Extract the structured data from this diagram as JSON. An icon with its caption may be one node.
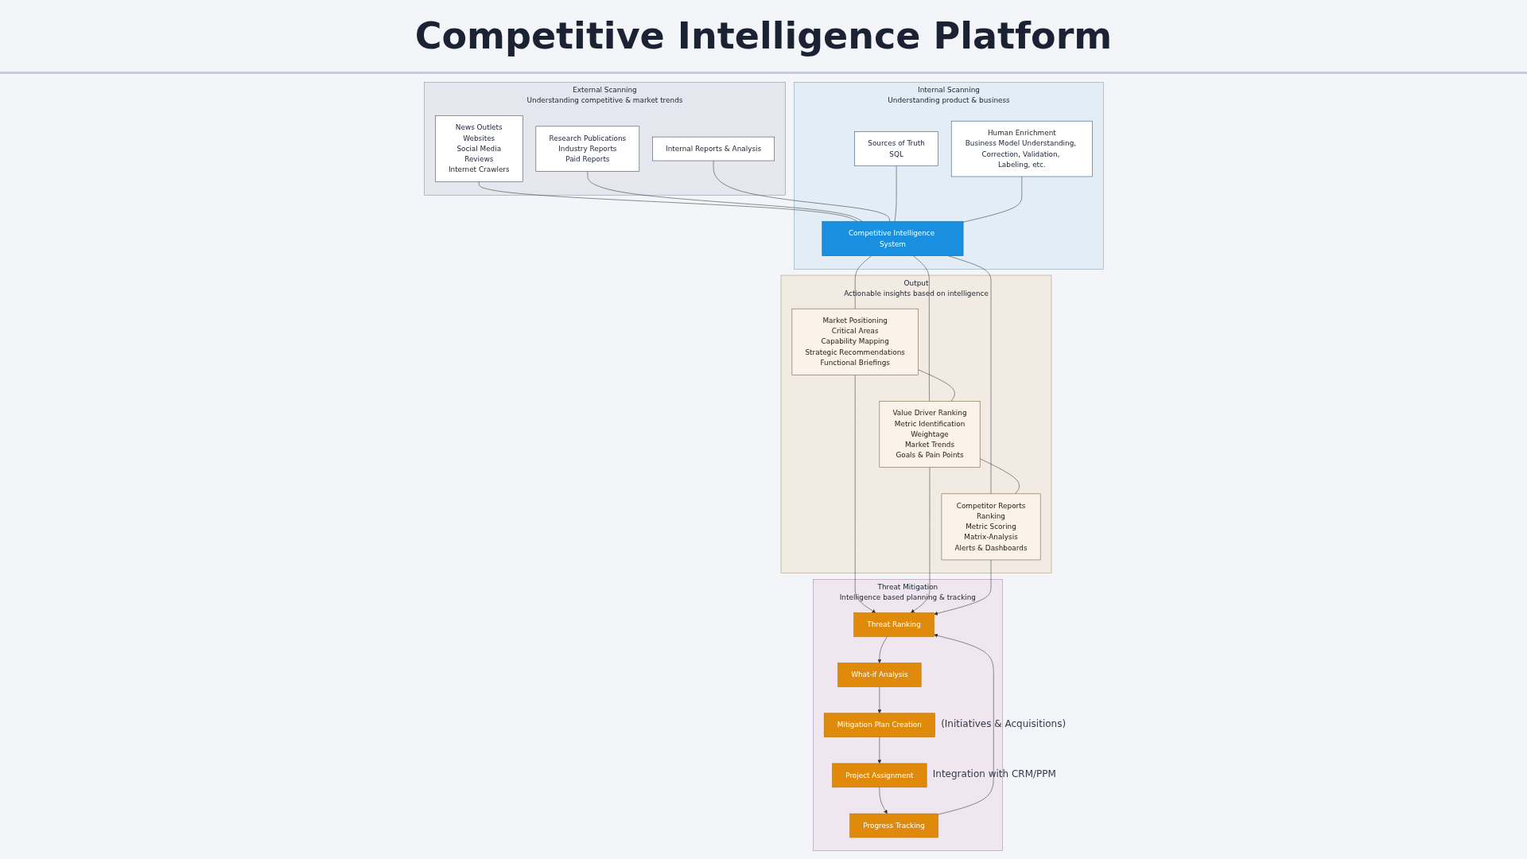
{
  "diagram": {
    "title": "Competitive Intelligence Platform",
    "nodes": [
      {
        "text": [
          "External Scanning",
          "Understanding competitive & market trends"
        ]
      },
      {
        "text": [
          "News Outlets",
          "Websites",
          "Social Media",
          "Reviews",
          "Internet Crawlers"
        ],
        "in": 0
      },
      {
        "text": [
          "Research Publications",
          "Industry Reports",
          "Paid Reports"
        ],
        "in": 0
      },
      {
        "text": [
          "Internal Reports & Analysis"
        ],
        "in": 0
      },
      {
        "text": [
          "Internal Scanning",
          "Understanding product & business"
        ]
      },
      {
        "text": [
          "Sources of Truth",
          "SQL"
        ],
        "in": 4
      },
      {
        "text": [
          "Competitive Intelligence System"
        ],
        "in": 4
      },
      {
        "text": [
          "Human Enrichment",
          "Business Model Understanding, Correction, Validation, Labeling, etc."
        ],
        "in": 4
      },
      {
        "text": [
          "Output",
          "Actionable insights based on intelligence"
        ]
      },
      {
        "text": [
          "Market Positioning",
          "Critical Areas",
          "Capability Mapping",
          "Strategic Recommendations",
          "Functional Briefings"
        ],
        "in": 8
      },
      {
        "text": [
          "Value Driver Ranking",
          "Metric Identification",
          "Weightage",
          "Market Trends",
          "Goals & Pain Points"
        ],
        "in": 8
      },
      {
        "text": [
          "Competitor Reports",
          "Ranking",
          "Metric Scoring",
          "Matrix-Analysis",
          "Alerts & Dashboards"
        ],
        "in": 8
      },
      {
        "text": [
          "Threat Mitigation",
          "Intelligence based planning & tracking"
        ]
      },
      {
        "text": [
          "Threat Ranking"
        ],
        "in": 12
      },
      {
        "text": [
          "What-if Analysis"
        ],
        "in": 12
      },
      {
        "text": [
          "Mitigation Plan Creation"
        ],
        "in": 12,
        "beside": [
          "(Initiatives & Acquisitions)"
        ]
      },
      {
        "text": [
          "Project Assignment"
        ],
        "in": 12,
        "beside": [
          "Integration with CRM/PPM"
        ]
      },
      {
        "text": [
          "Progress Tracking"
        ],
        "in": 12
      }
    ],
    "edges": [
      {
        "from": 1,
        "to": 6,
        "arrow": "none"
      },
      {
        "from": 2,
        "to": 6,
        "arrow": "none"
      },
      {
        "from": 3,
        "to": 6,
        "arrow": "none"
      },
      {
        "from": 5,
        "to": 6,
        "arrow": "none"
      },
      {
        "from": 7,
        "to": 6,
        "arrow": "none"
      },
      {
        "from": 6,
        "to": 9,
        "arrow": "none"
      },
      {
        "from": 6,
        "to": 10,
        "arrow": "none"
      },
      {
        "from": 6,
        "to": 11,
        "arrow": "none"
      },
      {
        "from": 9,
        "to": 10,
        "arrow": "none"
      },
      {
        "from": 10,
        "to": 11,
        "arrow": "none"
      },
      {
        "from": 9,
        "to": 13,
        "arrow": "to"
      },
      {
        "from": 10,
        "to": 13,
        "arrow": "to"
      },
      {
        "from": 11,
        "to": 13,
        "arrow": "to"
      },
      {
        "from": 13,
        "to": 14,
        "arrow": "to"
      },
      {
        "from": 14,
        "to": 15,
        "arrow": "to"
      },
      {
        "from": 15,
        "to": 16,
        "arrow": "to"
      },
      {
        "from": 16,
        "to": 17,
        "arrow": "to"
      },
      {
        "from": 17,
        "to": 13,
        "arrow": "to"
      }
    ]
  }
}
